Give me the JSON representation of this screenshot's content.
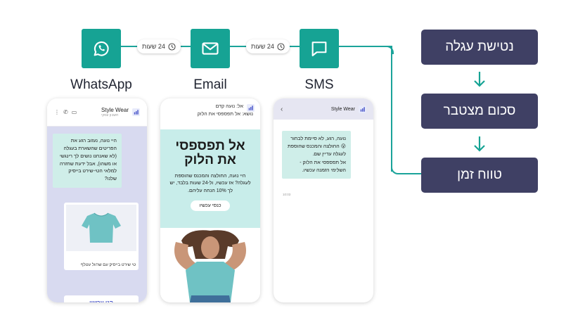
{
  "colors": {
    "teal": "#16a394",
    "navy": "#3f4064",
    "bubble": "#cfeee9",
    "wa_bg": "#d8daf0"
  },
  "channels": [
    {
      "label": "WhatsApp",
      "icon": "whatsapp-icon"
    },
    {
      "label": "Email",
      "icon": "mail-icon"
    },
    {
      "label": "SMS",
      "icon": "chat-icon"
    }
  ],
  "delays": [
    {
      "text": "24 שעות",
      "icon": "clock-icon"
    },
    {
      "text": "24 שעות",
      "icon": "clock-icon"
    }
  ],
  "triggers": [
    {
      "label": "נטישת עגלה"
    },
    {
      "label": "סכום מצטבר"
    },
    {
      "label": "טווח זמן"
    }
  ],
  "whatsapp_phone": {
    "brand": "Style Wear",
    "sub": "חשבון עסקי",
    "message": "היי נועה, נעזוב רגע את הפריטים שהשארת בעגלה (לא שאנחנו נושים לך רינגשי או משהו), אבל ידעת שחזרה למלאי הטי-שירט בייסיק שלנו?",
    "product_caption": "טי שירט בייסיק עם שרוול עטלף",
    "cta": "קני עכשיו"
  },
  "email_phone": {
    "to": "אל: נועה קדם",
    "subject": "נושא: אל תפספסי את הלוק",
    "headline_1": "אל תפספסי",
    "headline_2": "את הלוק",
    "body": "היי נועה, החולצה והמכנס שהוספת לעגלה? אז עכשיו, ול-24 שעות בלבד, יש לך 10% הנחה עליהם.",
    "cta": "כנסי עכשיו"
  },
  "sms_phone": {
    "brand": "Style Wear",
    "message_1": "נועה, רגע, לא סיימת לבחור",
    "message_2": "החולצה והמכנס שהוספת לעגלה עדיין שם.",
    "message_3": "אל תפספסי את הלוק -",
    "message_4": "השלימי הזמנה עכשיו.",
    "time": "10:03"
  }
}
